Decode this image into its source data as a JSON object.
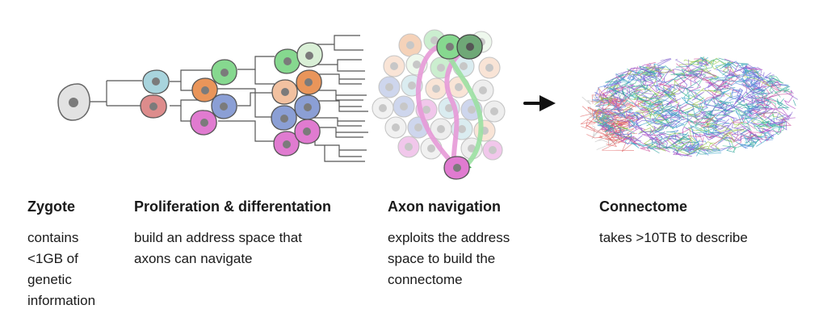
{
  "stages": {
    "zygote": {
      "title": "Zygote",
      "desc": "contains <1GB of genetic information",
      "desc_lines": [
        "contains",
        "<1GB of",
        "genetic",
        "information"
      ]
    },
    "proliferation": {
      "title": "Proliferation & differentation",
      "desc_lines": [
        "build an address space that",
        "axons can navigate"
      ]
    },
    "axon": {
      "title": "Axon navigation",
      "desc_lines": [
        "exploits the address",
        "space to build the",
        "connectome"
      ]
    },
    "connectome": {
      "title": "Connectome",
      "desc": "takes >10TB to describe"
    }
  },
  "icons": {
    "arrow": "right-arrow-icon"
  },
  "colors": {
    "nucleus": "#7b7b7b",
    "zygote": "#e2e2e2",
    "cyan": "#a8d4dd",
    "red": "#dd8c8c",
    "green": "#86d88f",
    "mint": "#d9efd6",
    "orange": "#e9955a",
    "peach": "#f2c1a0",
    "blue": "#8b9fd5",
    "pink": "#e07bd0",
    "axon_pink": "#e79ad8",
    "axon_green": "#9be0a2"
  }
}
